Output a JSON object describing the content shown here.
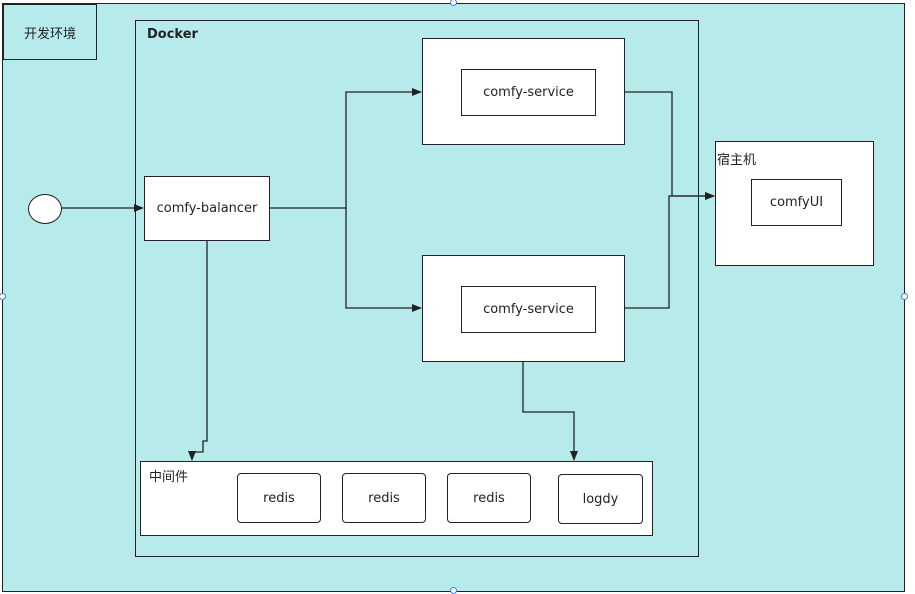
{
  "environment": {
    "label": "开发环境"
  },
  "docker": {
    "title": "Docker",
    "balancer": "comfy-balancer",
    "service_top": "comfy-service",
    "service_bottom": "comfy-service"
  },
  "host": {
    "title": "宿主机",
    "app": "comfyUI"
  },
  "middleware": {
    "title": "中间件",
    "items": [
      "redis",
      "redis",
      "redis",
      "logdy"
    ]
  },
  "colors": {
    "background": "#b7eaea",
    "stroke": "#222222",
    "handle": "#4a7fd6"
  }
}
